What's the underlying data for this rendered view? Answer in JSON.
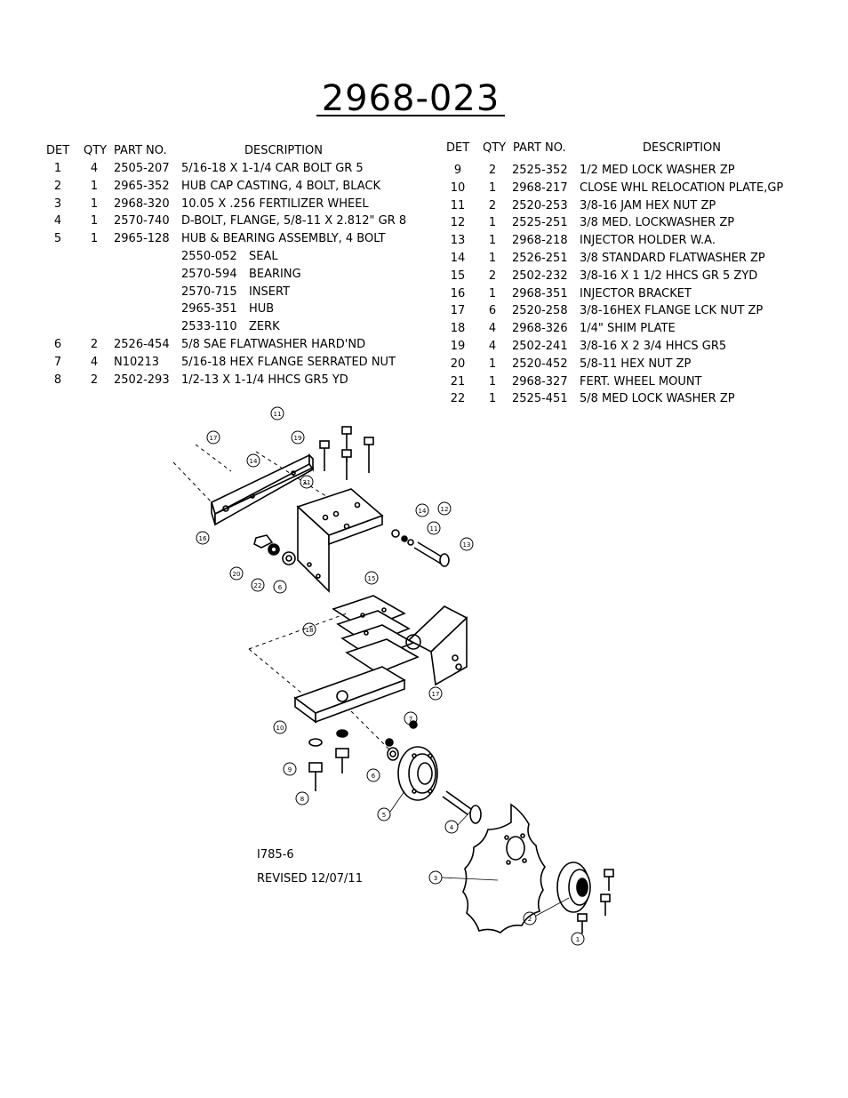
{
  "title": "2968-023",
  "headers": {
    "det": "DET",
    "qty": "QTY",
    "part": "PART NO.",
    "desc": "DESCRIPTION"
  },
  "left_rows": [
    {
      "det": "1",
      "qty": "4",
      "part": "2505-207",
      "desc": "5/16-18 X 1-1/4 CAR BOLT GR 5"
    },
    {
      "det": "2",
      "qty": "1",
      "part": "2965-352",
      "desc": "HUB CAP CASTING, 4 BOLT, BLACK"
    },
    {
      "det": "3",
      "qty": "1",
      "part": "2968-320",
      "desc": "10.05 X .256 FERTILIZER WHEEL"
    },
    {
      "det": "4",
      "qty": "1",
      "part": "2570-740",
      "desc": "D-BOLT, FLANGE, 5/8-11 X 2.812\"   GR 8"
    },
    {
      "det": "5",
      "qty": "1",
      "part": "2965-128",
      "desc": "HUB & BEARING ASSEMBLY, 4 BOLT"
    },
    {
      "det": "",
      "qty": "",
      "part": "2550-052",
      "desc": "SEAL",
      "sub": true
    },
    {
      "det": "",
      "qty": "",
      "part": "2570-594",
      "desc": "BEARING",
      "sub": true
    },
    {
      "det": "",
      "qty": "",
      "part": "2570-715",
      "desc": "INSERT",
      "sub": true
    },
    {
      "det": "",
      "qty": "",
      "part": "2965-351",
      "desc": "HUB",
      "sub": true
    },
    {
      "det": "",
      "qty": "",
      "part": "2533-110",
      "desc": "ZERK",
      "sub": true
    },
    {
      "det": "6",
      "qty": "2",
      "part": "2526-454",
      "desc": "5/8 SAE FLATWASHER HARD'ND"
    },
    {
      "det": "7",
      "qty": "4",
      "part": "N10213",
      "desc": "5/16-18 HEX FLANGE SERRATED NUT"
    },
    {
      "det": "8",
      "qty": "2",
      "part": "2502-293",
      "desc": "1/2-13 X 1-1/4 HHCS GR5 YD"
    }
  ],
  "right_rows": [
    {
      "det": "9",
      "qty": "2",
      "part": "2525-352",
      "desc": "1/2 MED LOCK WASHER ZP"
    },
    {
      "det": "10",
      "qty": "1",
      "part": "2968-217",
      "desc": "CLOSE WHL RELOCATION PLATE,GP"
    },
    {
      "det": "11",
      "qty": "2",
      "part": "2520-253",
      "desc": "3/8-16 JAM HEX NUT ZP"
    },
    {
      "det": "12",
      "qty": "1",
      "part": "2525-251",
      "desc": "3/8 MED. LOCKWASHER ZP"
    },
    {
      "det": "13",
      "qty": "1",
      "part": "2968-218",
      "desc": "INJECTOR HOLDER W.A."
    },
    {
      "det": "14",
      "qty": "1",
      "part": "2526-251",
      "desc": "3/8 STANDARD FLATWASHER ZP"
    },
    {
      "det": "15",
      "qty": "2",
      "part": "2502-232",
      "desc": "3/8-16 X 1 1/2 HHCS GR 5 ZYD"
    },
    {
      "det": "16",
      "qty": "1",
      "part": "2968-351",
      "desc": "INJECTOR BRACKET"
    },
    {
      "det": "17",
      "qty": "6",
      "part": "2520-258",
      "desc": "3/8-16HEX FLANGE LCK NUT ZP"
    },
    {
      "det": "18",
      "qty": "4",
      "part": "2968-326",
      "desc": "1/4\" SHIM PLATE"
    },
    {
      "det": "19",
      "qty": "4",
      "part": "2502-241",
      "desc": "3/8-16 X 2 3/4 HHCS GR5"
    },
    {
      "det": "20",
      "qty": "1",
      "part": "2520-452",
      "desc": "5/8-11 HEX NUT ZP"
    },
    {
      "det": "21",
      "qty": "1",
      "part": "2968-327",
      "desc": "FERT. WHEEL MOUNT"
    },
    {
      "det": "22",
      "qty": "1",
      "part": "2525-451",
      "desc": "5/8 MED LOCK WASHER ZP"
    }
  ],
  "drawing": {
    "callouts": [
      "1",
      "2",
      "3",
      "4",
      "5",
      "6",
      "6",
      "7",
      "8",
      "9",
      "10",
      "11",
      "11",
      "12",
      "13",
      "14",
      "14",
      "15",
      "16",
      "17",
      "17",
      "18",
      "19",
      "20",
      "21",
      "22"
    ],
    "drawing_number": "I785-6",
    "revised": "REVISED 12/07/11"
  }
}
